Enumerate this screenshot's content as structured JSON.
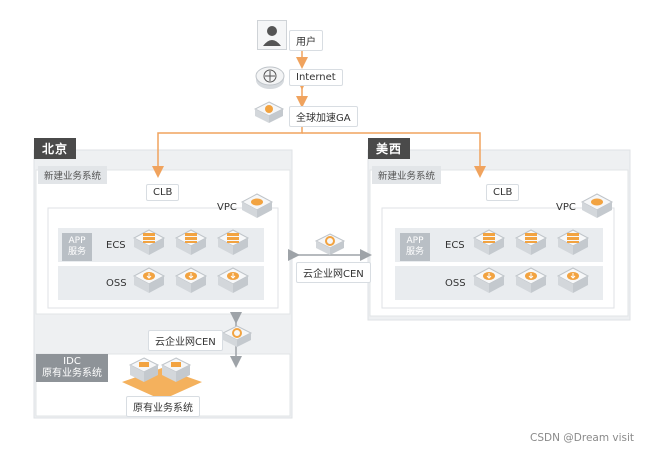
{
  "colors": {
    "orange": "#f0a35e",
    "gray_arrow": "#9ea3a8",
    "region_tab": "#4a4a4a",
    "panel": "#eef0f2",
    "panel_border": "#dfe2e5",
    "row": "#e8ebee",
    "icon_orange": "#f2a341"
  },
  "top": {
    "user_label": "用户",
    "internet_label": "Internet",
    "ga_label": "全球加速GA"
  },
  "regions": [
    {
      "key": "beijing",
      "name": "北京",
      "system": "新建业务系统",
      "clb": "CLB",
      "vpc": "VPC",
      "app_label": "APP\n服务",
      "ecs_label": "ECS",
      "oss_label": "OSS"
    },
    {
      "key": "us_west",
      "name": "美西",
      "system": "新建业务系统",
      "clb": "CLB",
      "vpc": "VPC",
      "app_label": "APP\n服务",
      "ecs_label": "ECS",
      "oss_label": "OSS"
    }
  ],
  "cen_middle_label": "云企业网CEN",
  "cen_lower_label": "云企业网CEN",
  "idc": {
    "title_line1": "IDC",
    "title_line2": "原有业务系统",
    "caption": "原有业务系统"
  },
  "watermark": "CSDN @Dream visit"
}
